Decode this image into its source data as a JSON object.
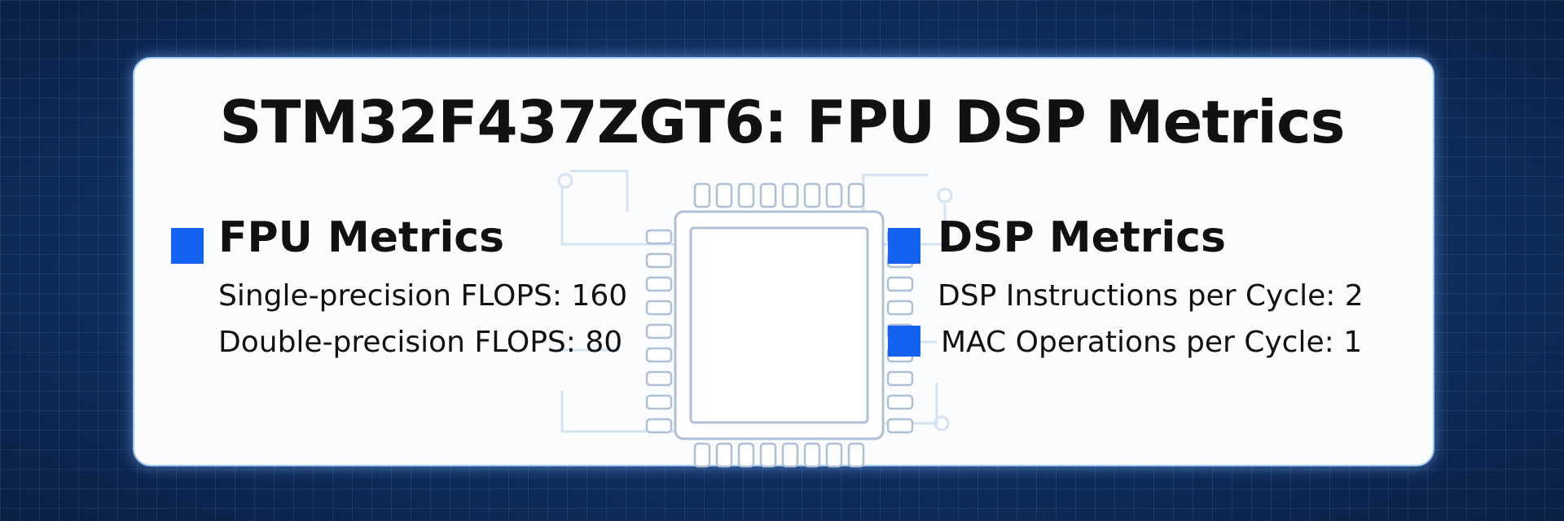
{
  "title": "STM32F437ZGT6: FPU DSP Metrics",
  "colors": {
    "accent": "#1463f0",
    "background": "#0f2f5e",
    "card": "#fbfcfe"
  },
  "fpu": {
    "heading": "FPU Metrics",
    "lines": [
      "Single-precision FLOPS: 160",
      "Double-precision FLOPS: 80"
    ]
  },
  "dsp": {
    "heading": "DSP Metrics",
    "lines": [
      "DSP Instructions per Cycle: 2",
      "MAC Operations per Cycle: 1"
    ]
  },
  "icons": {
    "chip": "microchip-icon",
    "bullet": "square-bullet-icon"
  }
}
